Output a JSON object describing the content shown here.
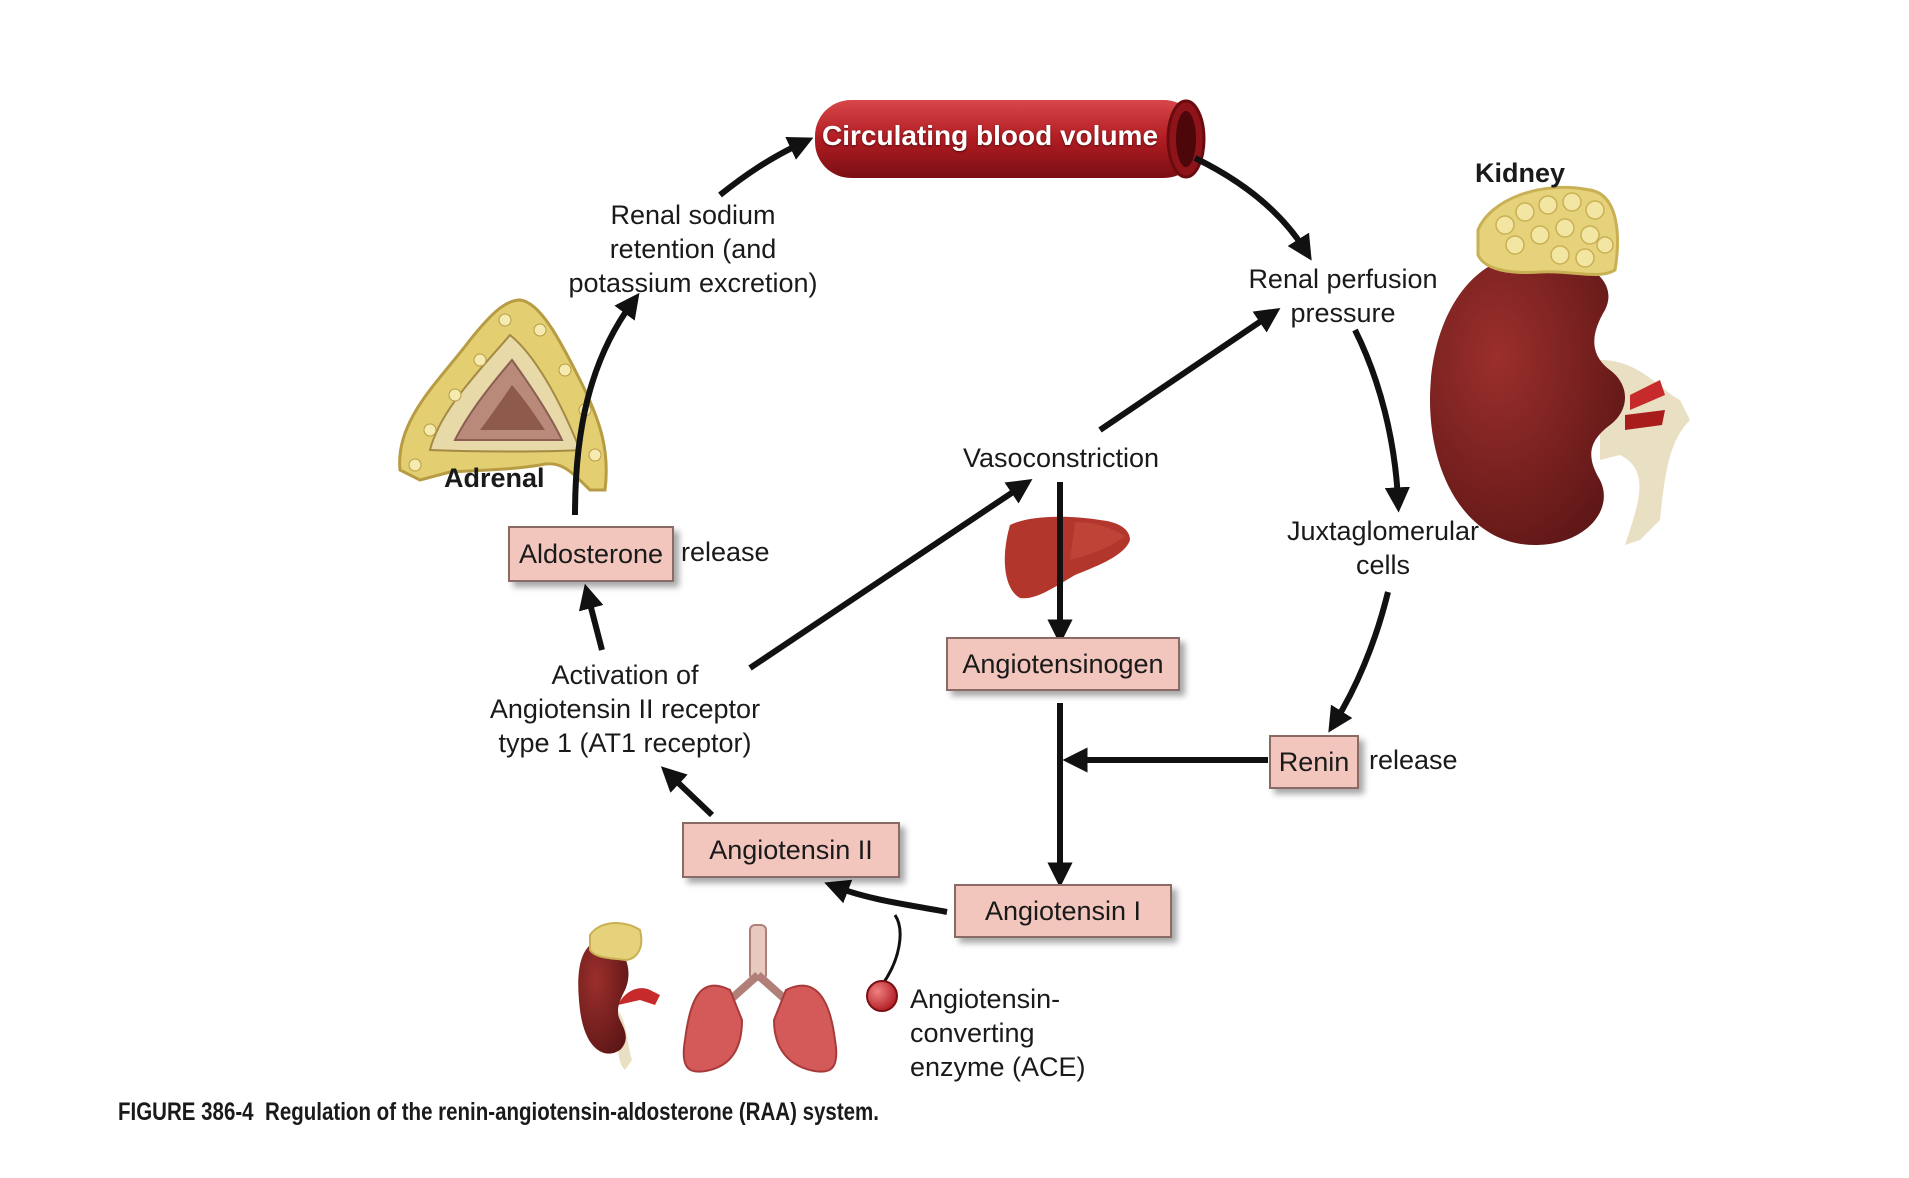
{
  "nodes": {
    "circulating_blood_volume": "Circulating blood volume",
    "renal_perfusion_pressure": [
      "Renal perfusion",
      "pressure"
    ],
    "juxtaglomerular_cells": [
      "Juxtaglomerular",
      "cells"
    ],
    "renin": "Renin",
    "renin_release": "release",
    "angiotensinogen": "Angiotensinogen",
    "angiotensin_i": "Angiotensin I",
    "angiotensin_ii": "Angiotensin II",
    "ace": [
      "Angiotensin-",
      "converting",
      "enzyme (ACE)"
    ],
    "at1_activation": [
      "Activation of",
      "Angiotensin II receptor",
      "type 1 (AT1 receptor)"
    ],
    "aldosterone": "Aldosterone",
    "aldosterone_release": "release",
    "renal_sodium": [
      "Renal sodium",
      "retention (and",
      "potassium excretion)"
    ],
    "vasoconstriction": "Vasoconstriction"
  },
  "organs": {
    "kidney": "Kidney",
    "adrenal": "Adrenal"
  },
  "caption": {
    "number": "FIGURE 386-4",
    "text": "Regulation of the renin-angiotensin-aldosterone (RAA) system."
  },
  "colors": {
    "box_fill": "#f2c6bd",
    "vessel": "#b81f24",
    "kidney": "#7a1f1e",
    "adrenal_fat": "#e6d27a",
    "liver": "#b2362c",
    "lung": "#d45a5a",
    "ace_dot": "#c8252a"
  }
}
